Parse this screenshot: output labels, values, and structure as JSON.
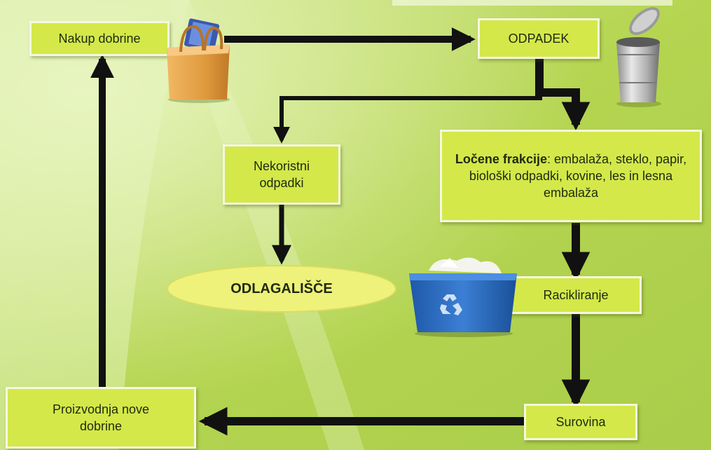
{
  "nodes": {
    "purchase": "Nakup dobrine",
    "waste": "ODPADEK",
    "useless": "Nekoristni odpadki",
    "separated_bold": "Ločene frakcije",
    "separated_rest": ": embalaža, steklo, papir, biološki odpadki, kovine, les in lesna embalaža",
    "landfill": "ODLAGALIŠČE",
    "recycling": "Racikliranje",
    "raw": "Surovina",
    "production": "Proizvodnja nove dobrine"
  },
  "icons": [
    "shopping-bag-icon",
    "trash-can-icon",
    "recycling-bin-icon"
  ],
  "colors": {
    "background": "#b9d85a",
    "node_fill": "#d4e84a",
    "node_border": "#f4f8e0",
    "ellipse_fill": "#eef17a",
    "arrow": "#111111"
  }
}
